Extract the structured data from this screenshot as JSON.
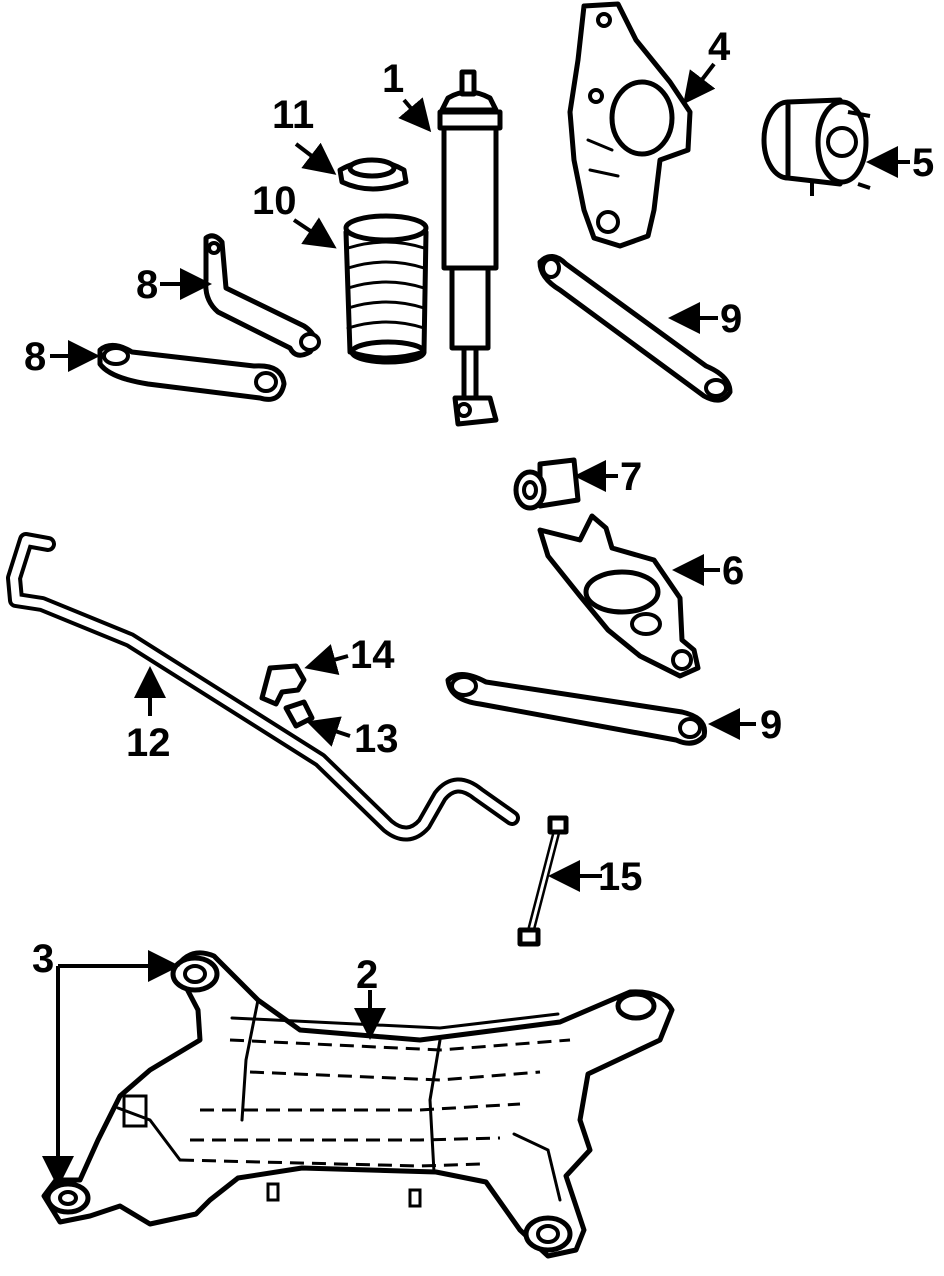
{
  "callouts": {
    "c1": "1",
    "c2": "2",
    "c3": "3",
    "c4": "4",
    "c5": "5",
    "c6": "6",
    "c7": "7",
    "c8a": "8",
    "c8b": "8",
    "c9a": "9",
    "c9b": "9",
    "c10": "10",
    "c11": "11",
    "c12": "12",
    "c13": "13",
    "c14": "14",
    "c15": "15"
  },
  "colors": {
    "ink": "#000000",
    "paper": "#ffffff"
  }
}
